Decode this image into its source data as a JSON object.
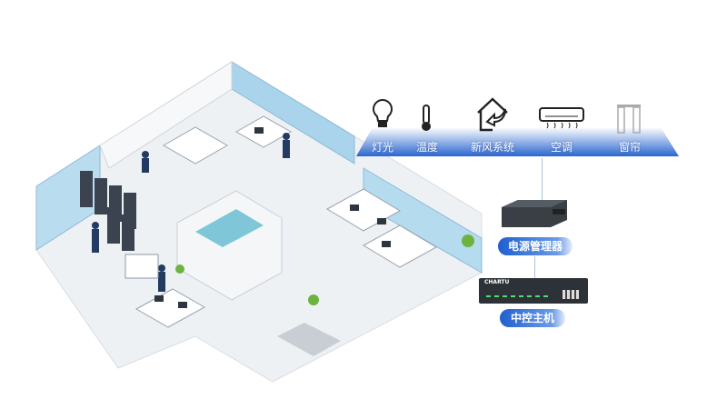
{
  "devices": [
    {
      "label": "灯光",
      "icon": "light-bulb-icon"
    },
    {
      "label": "温度",
      "icon": "thermometer-icon"
    },
    {
      "label": "新风系统",
      "icon": "fresh-air-house-icon"
    },
    {
      "label": "空调",
      "icon": "air-conditioner-icon"
    },
    {
      "label": "窗帘",
      "icon": "curtain-icon"
    }
  ],
  "power_manager": {
    "label": "电源管理器"
  },
  "central_controller": {
    "label": "中控主机",
    "brand": "CHARTU"
  },
  "colors": {
    "band": "#2a66d0",
    "pill": "#1f5fd0"
  }
}
